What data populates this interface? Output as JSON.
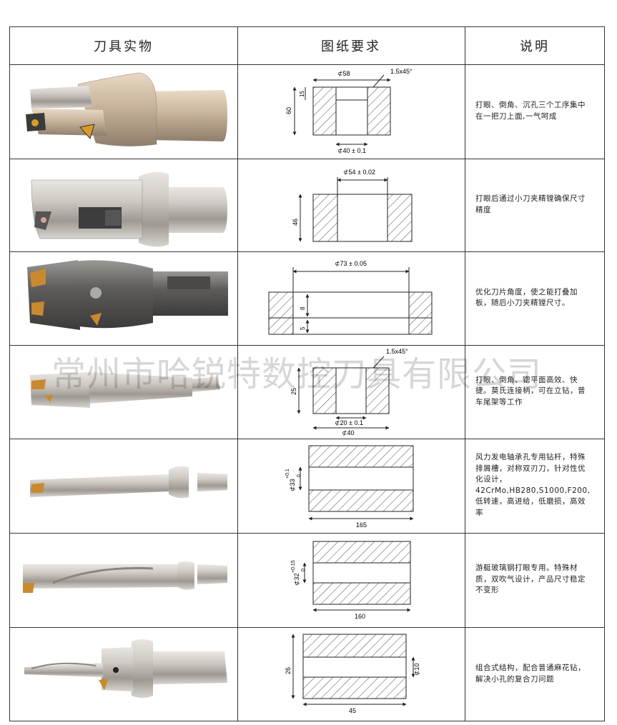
{
  "header": {
    "col1": "刀具实物",
    "col2": "图纸要求",
    "col3": "说明"
  },
  "watermark": "常州市哈锐特数控刀具有限公司",
  "rows": [
    {
      "tool_image": "step-drill-tool-icon",
      "drawing": {
        "top_dim": "⊄58",
        "chamfer": "1.5x45°",
        "h1": "15",
        "h_total": "60",
        "bottom_dim": "⊄40 ± 0.1"
      },
      "description": "打眼、倒角、沉孔三个工序集中在一把刀上面,一气呵成"
    },
    {
      "tool_image": "boring-drill-tool-icon",
      "drawing": {
        "top_dim": "⊄54 ± 0.02",
        "h_total": "46"
      },
      "description": "打眼后通过小刀夹精镗确保尺寸精度"
    },
    {
      "tool_image": "stacking-drill-tool-icon",
      "drawing": {
        "top_dim": "⊄73 ± 0.05",
        "h1": "8",
        "h2": "5"
      },
      "description": "优化刀片角度，使之能打叠加板，随后小刀夹精镗尺寸。"
    },
    {
      "tool_image": "morse-taper-drill-tool-icon",
      "drawing": {
        "chamfer": "1.5x45°",
        "h_total": "25",
        "mid_dim": "⊄20 ± 0.1",
        "bottom_dim": "⊄40"
      },
      "description": "打眼、倒角、锪平面高效、快捷。莫氏连接柄，可在立钻，普车尾架等工作"
    },
    {
      "tool_image": "wind-power-drill-tool-icon",
      "drawing": {
        "dia_label": "⊄33",
        "tol_top": "+0.1",
        "tol_bot": "0",
        "length": "165"
      },
      "description": "风力发电轴承孔专用钻杆，特殊排屑槽，对称双刃刀，针对性优化设计，42CrMo,HB280,S1000,F200,低转速，高进给，低磨损，高效率"
    },
    {
      "tool_image": "fiberglass-drill-tool-icon",
      "drawing": {
        "dia_label": "⊄32",
        "tol_top": "+0.15",
        "tol_bot": "0",
        "length": "160"
      },
      "description": "游艇玻璃钢打眼专用。特殊材质，双吹气设计，产品尺寸稳定不变形"
    },
    {
      "tool_image": "combined-twist-drill-tool-icon",
      "drawing": {
        "h_total": "26",
        "dia_right": "⊄10",
        "length": "45"
      },
      "description": "组合式结构，配合普通麻花钻，解决小孔的复合刀问题"
    }
  ]
}
